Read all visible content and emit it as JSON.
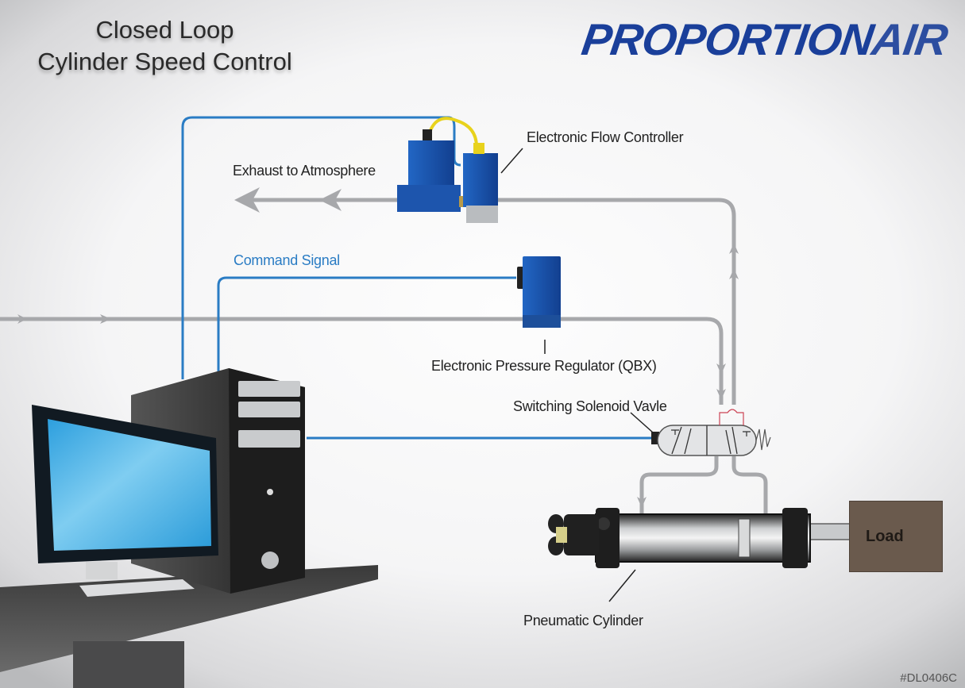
{
  "title": {
    "line1": "Closed Loop",
    "line2": "Cylinder Speed Control"
  },
  "brand": {
    "name": "PROPORTION",
    "suffix": "AIR",
    "color": "#1a3f9a"
  },
  "labels": {
    "flow_controller": "Electronic Flow Controller",
    "exhaust": "Exhaust to Atmosphere",
    "command_signal": "Command Signal",
    "pressure_regulator": "Electronic Pressure Regulator (QBX)",
    "solenoid_valve": "Switching Solenoid Vavle",
    "cylinder": "Pneumatic Cylinder",
    "load": "Load"
  },
  "document_code": "#DL0406C",
  "colors": {
    "signal_line": "#2a7cc4",
    "air_line": "#a7a8ab",
    "device_blue": "#1f5fb5",
    "load_box": "#6a5a4d",
    "screen": "#3aaee6"
  }
}
